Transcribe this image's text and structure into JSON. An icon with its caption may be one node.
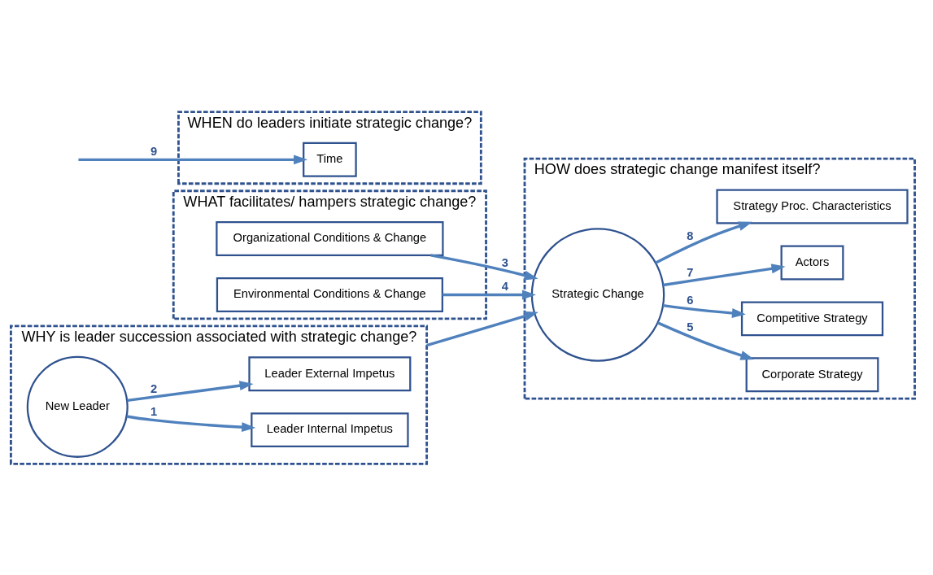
{
  "diagram": {
    "nodes": [
      {
        "text": [
          "WHAT facilitates/ hampers strategic change?"
        ]
      },
      {
        "text": [
          "Organizational Conditions & Change"
        ],
        "in": 0
      },
      {
        "text": [
          "Environmental Conditions & Change"
        ],
        "in": 0
      },
      {
        "text": [
          "WHY is leader succession associated with strategic change?"
        ]
      },
      {
        "text": [
          "New Leader"
        ],
        "in": 3
      },
      {
        "text": [
          "Leader Internal Impetus"
        ],
        "in": 3
      },
      {
        "text": [
          "Leader External Impetus"
        ],
        "in": 3
      },
      {
        "text": [
          "HOW does strategic change manifest itself?"
        ]
      },
      {
        "text": [
          "Strategic Change"
        ],
        "in": 7
      },
      {
        "text": [
          "Corporate Strategy"
        ],
        "in": 7
      },
      {
        "text": [
          "Competitive Strategy"
        ],
        "in": 7
      },
      {
        "text": [
          "Actors"
        ],
        "in": 7
      },
      {
        "text": [
          "Strategy Proc. Characteristics"
        ],
        "in": 7
      },
      {
        "text": [
          "WHEN do leaders initiate strategic change?"
        ]
      },
      {
        "text": [
          "Time"
        ],
        "in": 13
      }
    ],
    "edges": [
      {
        "from": 4,
        "to": 5,
        "arrow": "to",
        "label": "1"
      },
      {
        "from": 4,
        "to": 6,
        "arrow": "to",
        "label": "2"
      },
      {
        "from": 1,
        "to": 8,
        "arrow": "to",
        "label": "3"
      },
      {
        "from": 2,
        "to": 8,
        "arrow": "to",
        "label": "4"
      },
      {
        "from": 3,
        "to": 8,
        "arrow": "to"
      },
      {
        "from": 8,
        "to": 9,
        "arrow": "to",
        "label": "5"
      },
      {
        "from": 8,
        "to": 10,
        "arrow": "to",
        "label": "6"
      },
      {
        "from": 8,
        "to": 11,
        "arrow": "to",
        "label": "7"
      },
      {
        "from": 8,
        "to": 12,
        "arrow": "to",
        "label": "8"
      },
      {
        "from": null,
        "to": 14,
        "arrow": "to",
        "label": "9"
      }
    ]
  }
}
